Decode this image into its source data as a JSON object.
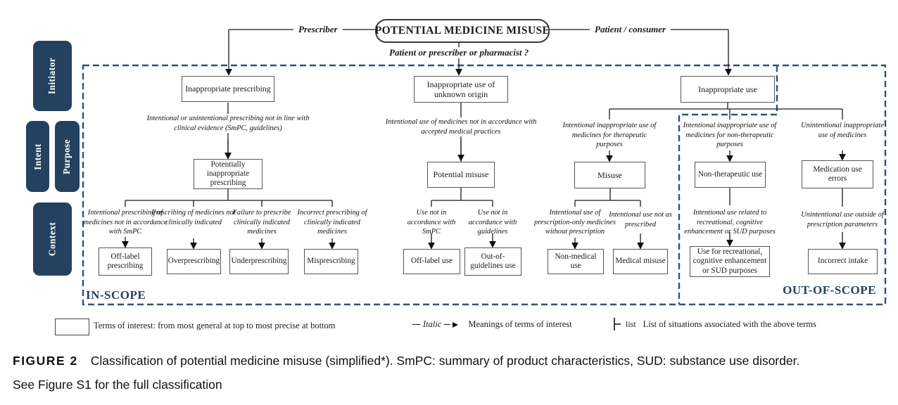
{
  "figure": {
    "root_label": "POTENTIAL MEDICINE MISUSE",
    "root_question": "Patient or prescriber or pharmacist ?",
    "initiator_left": "Prescriber",
    "initiator_right": "Patient / consumer"
  },
  "sidebar": {
    "initiator": "Initiator",
    "intent": "Intent",
    "purpose": "Purpose",
    "context": "Context"
  },
  "scope": {
    "in": "IN-SCOPE",
    "out": "OUT-OF-SCOPE"
  },
  "branches": [
    {
      "level1": "Inappropriate prescribing",
      "definition": "Intentional or unintentional prescribing not in line with clinical evidence (SmPC, guidelines)",
      "level2": "Potentially inappropriate prescribing",
      "children": [
        {
          "definition": "Intentional prescribing of medicines not in accordance with SmPC",
          "term": "Off-label prescribing"
        },
        {
          "definition": "Prescribing of medicines not clinically indicated",
          "term": "Overprescribing"
        },
        {
          "definition": "Failure to prescribe clinically indicated medicines",
          "term": "Underprescribing"
        },
        {
          "definition": "Incorrect prescribing of clinically indicated medicines",
          "term": "Misprescribing"
        }
      ]
    },
    {
      "level1": "Inappropriate use of unknown origin",
      "definition": "Intentional use of medicines not in accordance with accepted medical practices",
      "level2": "Potential misuse",
      "children": [
        {
          "definition": "Use not in accordance with SmPC",
          "term": "Off-label use"
        },
        {
          "definition": "Use not in accordance with guidelines",
          "term": "Out-of-guidelines use"
        }
      ]
    },
    {
      "level1": "Inappropriate use",
      "subbranches": [
        {
          "definition": "Intentional inappropriate use of medicines for therapeutic purposes",
          "level2": "Misuse",
          "children": [
            {
              "definition": "Intentional use of prescription-only medicines without prescription",
              "term": "Non-medical use"
            },
            {
              "definition": "Intentional use not as prescribed",
              "term": "Medical misuse"
            }
          ]
        },
        {
          "definition": "Intentional inappropriate use of medicines for non-therapeutic purposes",
          "level2": "Non-therapeutic use",
          "children": [
            {
              "definition": "Intentional use related to recreational, cognitive enhancement or SUD purposes",
              "term": "Use for recreational, cognitive enhancement or SUD purposes"
            }
          ]
        },
        {
          "definition": "Unintentional inappropriate use of medicines",
          "level2": "Medication use errors",
          "children": [
            {
              "definition": "Unintentional use outside of prescription parameters",
              "term": "Incorrect intake"
            }
          ]
        }
      ]
    }
  ],
  "legend": {
    "box_label": "Terms of interest: from most general at top to most precise at bottom",
    "italic_word": "Italic",
    "italic_label": "Meanings of terms of interest",
    "list_word": "list",
    "list_label": "List of situations associated with the above terms"
  },
  "caption": {
    "tag": "FIGURE 2",
    "line1": "Classification of potential medicine misuse (simplified*). SmPC: summary of product characteristics, SUD: substance use disorder.",
    "line2": "See Figure S1 for the full classification"
  },
  "colors": {
    "navy": "#24415f",
    "dash_border": "#33507d"
  }
}
